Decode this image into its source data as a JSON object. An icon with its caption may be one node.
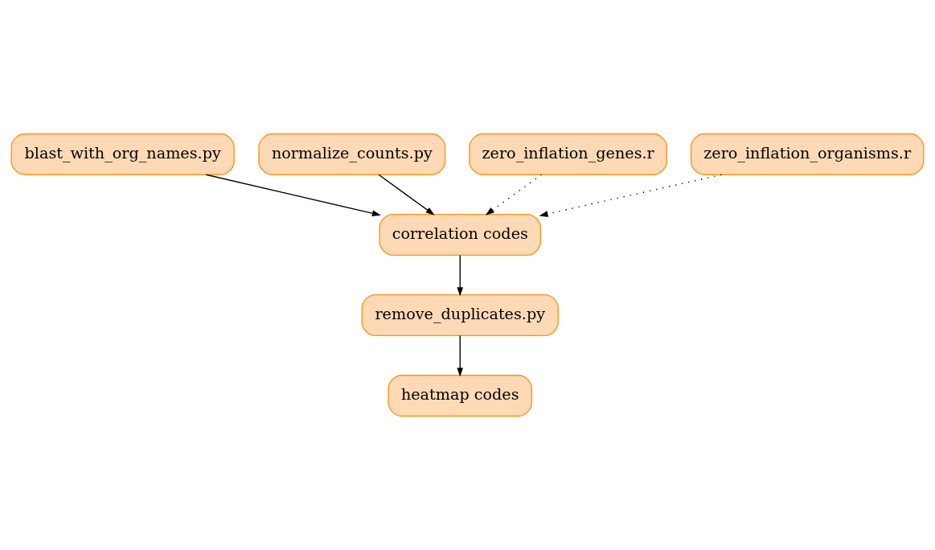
{
  "diagram": {
    "nodes": [
      {
        "text": [
          "blast_with_org_names.py"
        ]
      },
      {
        "text": [
          "normalize_counts.py"
        ]
      },
      {
        "text": [
          "zero_inflation_genes.r"
        ]
      },
      {
        "text": [
          "zero_inflation_organisms.r"
        ]
      },
      {
        "text": [
          "correlation codes"
        ]
      },
      {
        "text": [
          "remove_duplicates.py"
        ]
      },
      {
        "text": [
          "heatmap codes"
        ]
      }
    ],
    "edges": [
      {
        "from": 0,
        "to": 4,
        "arrow": "to"
      },
      {
        "from": 2,
        "to": 4,
        "arrow": "to",
        "style": "dashed"
      },
      {
        "from": 1,
        "to": 4,
        "arrow": "to"
      },
      {
        "from": 3,
        "to": 4,
        "arrow": "to",
        "style": "dashed"
      },
      {
        "from": 4,
        "to": 5,
        "arrow": "to"
      },
      {
        "from": 5,
        "to": 6,
        "arrow": "to"
      }
    ]
  }
}
